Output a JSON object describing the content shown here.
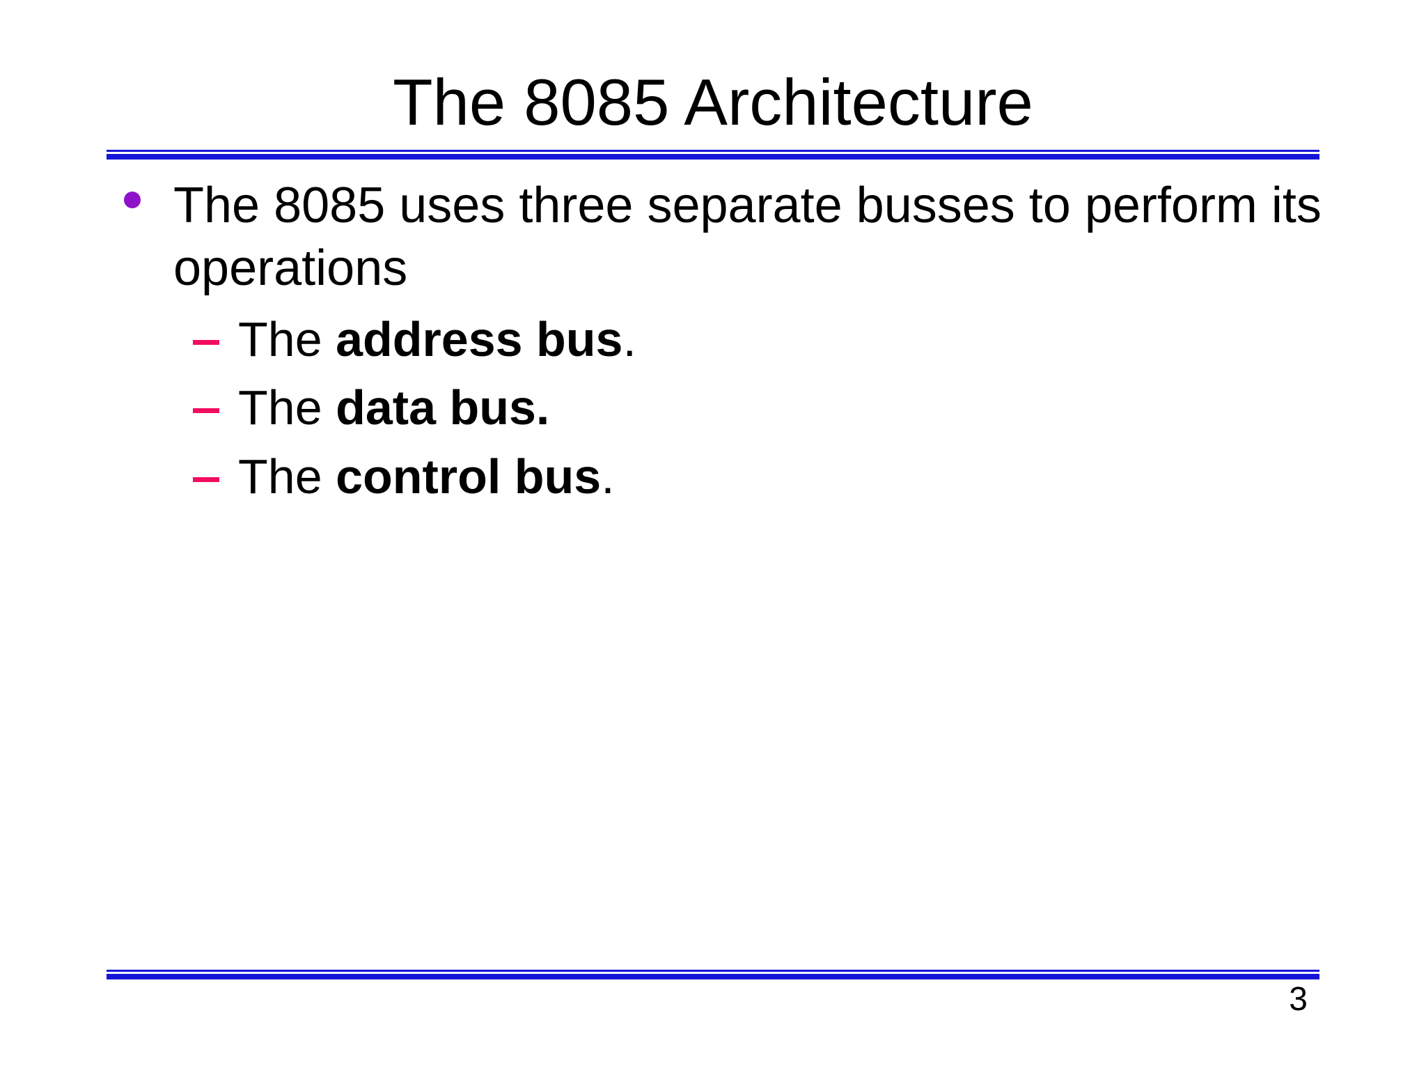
{
  "slide": {
    "title": "The 8085 Architecture",
    "page_number": "3",
    "bullets": [
      {
        "text": "The 8085 uses three separate busses to perform its operations",
        "sub_bullets": [
          {
            "prefix": "The ",
            "bold": "address bus",
            "suffix": "."
          },
          {
            "prefix": "The ",
            "bold": "data bus.",
            "suffix": ""
          },
          {
            "prefix": "The ",
            "bold": "control bus",
            "suffix": "."
          }
        ]
      }
    ],
    "markers": {
      "level1": "filled-circle",
      "level2": "dash"
    },
    "colors": {
      "rule_blue": "#1515da",
      "bullet_purple": "#8f12c9",
      "dash_pink": "#f20d60",
      "text": "#000000",
      "background": "#ffffff"
    }
  }
}
